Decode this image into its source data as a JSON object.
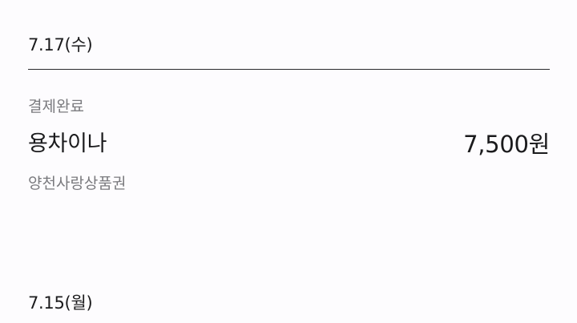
{
  "groups": [
    {
      "date": "7.17(수)",
      "transactions": [
        {
          "status": "결제완료",
          "merchant": "용차이나",
          "amount": "7,500원",
          "payment_method": "양천사랑상품권"
        }
      ]
    },
    {
      "date": "7.15(월)"
    }
  ]
}
